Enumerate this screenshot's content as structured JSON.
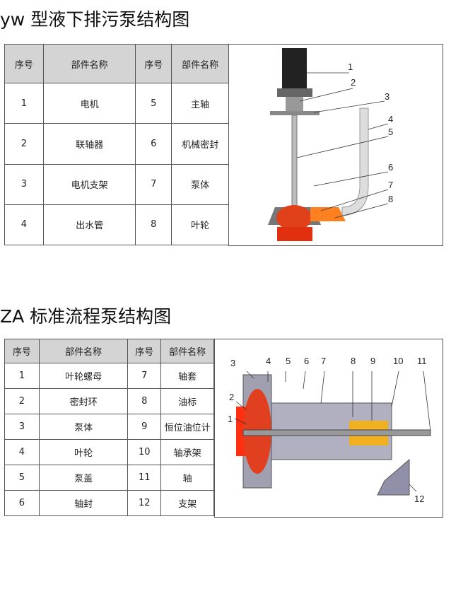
{
  "section1": {
    "title": "yw 型液下排污泵结构图",
    "headers": [
      "序号",
      "部件名称",
      "序号",
      "部件名称"
    ],
    "rows": [
      [
        "1",
        "电机",
        "5",
        "主轴"
      ],
      [
        "2",
        "联轴器",
        "6",
        "机械密封"
      ],
      [
        "3",
        "电机支架",
        "7",
        "泵体"
      ],
      [
        "4",
        "出水管",
        "8",
        "叶轮"
      ]
    ],
    "callouts": [
      "1",
      "2",
      "3",
      "4",
      "5",
      "6",
      "7",
      "8"
    ]
  },
  "section2": {
    "title": "ZA 标准流程泵结构图",
    "headers": [
      "序号",
      "部件名称",
      "序号",
      "部件名称"
    ],
    "rows": [
      [
        "1",
        "叶轮螺母",
        "7",
        "轴套"
      ],
      [
        "2",
        "密封环",
        "8",
        "油标"
      ],
      [
        "3",
        "泵体",
        "9",
        "恒位油位计"
      ],
      [
        "4",
        "叶轮",
        "10",
        "轴承架"
      ],
      [
        "5",
        "泵盖",
        "11",
        "轴"
      ],
      [
        "6",
        "轴封",
        "12",
        "支架"
      ]
    ],
    "callouts": [
      "1",
      "2",
      "3",
      "4",
      "5",
      "6",
      "7",
      "8",
      "9",
      "10",
      "11",
      "12"
    ]
  }
}
